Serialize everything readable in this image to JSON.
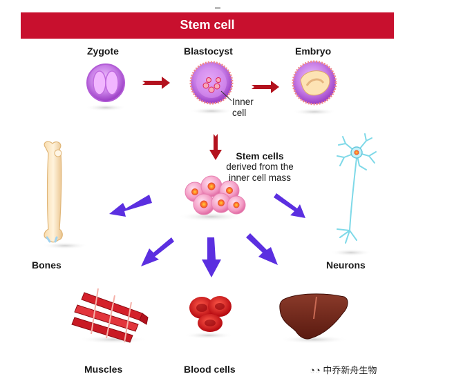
{
  "title": "Stem cell",
  "stages": {
    "zygote": "Zygote",
    "blastocyst": "Blastocyst",
    "embryo": "Embryo"
  },
  "inner_cell": {
    "line1": "Inner",
    "line2": "cell"
  },
  "stem_cells": {
    "heading": "Stem cells",
    "line2": "derived from the",
    "line3": "inner cell mass"
  },
  "outcomes": {
    "bones": "Bones",
    "neurons": "Neurons",
    "muscles": "Muscles",
    "blood_cells": "Blood cells"
  },
  "watermark": "中乔新舟生物",
  "colors": {
    "title_bar": "#c8102e",
    "red_arrow": "#b3121e",
    "blue_arrow": "#5b2fe0",
    "cell_purple": "#b14bd8"
  }
}
